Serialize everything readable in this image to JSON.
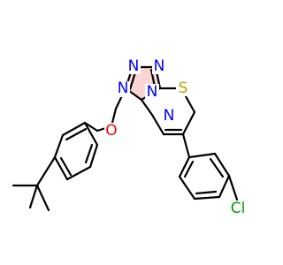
{
  "molecule": {
    "atoms": {
      "n1": "N",
      "n2": "N",
      "n3": "N",
      "n4": "N",
      "n5": "N",
      "s": "S",
      "o": "O",
      "cl": "Cl"
    },
    "colors": {
      "bond": "#000000",
      "nitrogen": "#0000ff",
      "sulfur": "#b5a600",
      "oxygen": "#ff0000",
      "chlorine": "#00a000",
      "aromatic_highlight": "#f4b5b0"
    }
  }
}
